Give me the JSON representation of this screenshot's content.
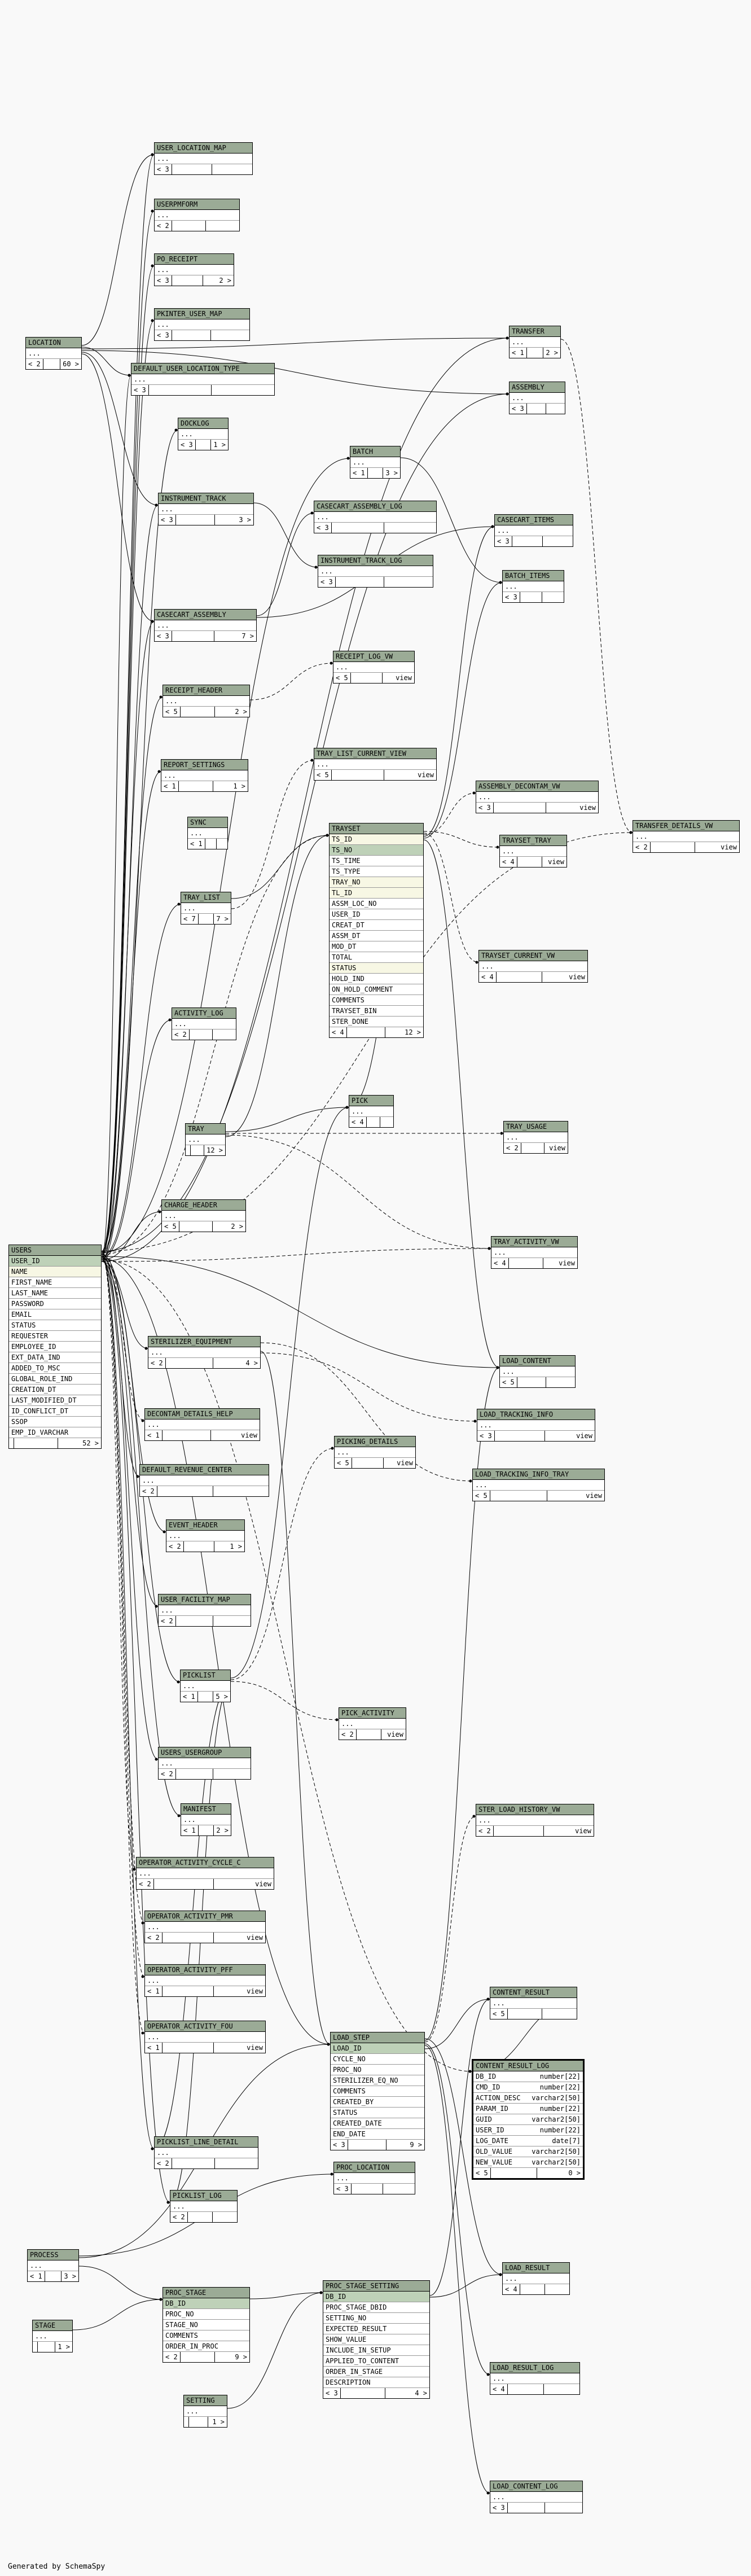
{
  "footer": "Generated by SchemaSpy",
  "tables": [
    {
      "id": "user_location_map",
      "name": "USER_LOCATION_MAP",
      "cols": [
        {
          "n": "..."
        }
      ],
      "foot": [
        "< 3",
        "",
        ""
      ]
    },
    {
      "id": "userpmform",
      "name": "USERPMFORM",
      "cols": [
        {
          "n": "..."
        }
      ],
      "foot": [
        "< 2",
        "",
        ""
      ]
    },
    {
      "id": "po_receipt",
      "name": "PO_RECEIPT",
      "cols": [
        {
          "n": "..."
        }
      ],
      "foot": [
        "< 3",
        "",
        "2 >"
      ]
    },
    {
      "id": "pkinter_user_map",
      "name": "PKINTER_USER_MAP",
      "cols": [
        {
          "n": "..."
        }
      ],
      "foot": [
        "< 3",
        "",
        ""
      ]
    },
    {
      "id": "location",
      "name": "LOCATION",
      "cols": [
        {
          "n": "..."
        }
      ],
      "foot": [
        "< 2",
        "",
        "60 >"
      ]
    },
    {
      "id": "default_user_location_type",
      "name": "DEFAULT_USER_LOCATION_TYPE",
      "cols": [
        {
          "n": "..."
        }
      ],
      "foot": [
        "< 3",
        "",
        ""
      ]
    },
    {
      "id": "transfer",
      "name": "TRANSFER",
      "cols": [
        {
          "n": "..."
        }
      ],
      "foot": [
        "< 1",
        "",
        "2 >"
      ]
    },
    {
      "id": "assembly",
      "name": "ASSEMBLY",
      "cols": [
        {
          "n": "..."
        }
      ],
      "foot": [
        "< 3",
        "",
        ""
      ]
    },
    {
      "id": "dockloo",
      "name": "DOCKLOG",
      "cols": [
        {
          "n": "..."
        }
      ],
      "foot": [
        "< 3",
        "",
        "1 >"
      ]
    },
    {
      "id": "batch",
      "name": "BATCH",
      "cols": [
        {
          "n": "..."
        }
      ],
      "foot": [
        "< 1",
        "",
        "3 >"
      ]
    },
    {
      "id": "instrument_track",
      "name": "INSTRUMENT_TRACK",
      "cols": [
        {
          "n": "..."
        }
      ],
      "foot": [
        "< 3",
        "",
        "3 >"
      ]
    },
    {
      "id": "casecart_assembly_log",
      "name": "CASECART_ASSEMBLY_LOG",
      "cols": [
        {
          "n": "..."
        }
      ],
      "foot": [
        "< 3",
        "",
        ""
      ]
    },
    {
      "id": "casecart_items",
      "name": "CASECART_ITEMS",
      "cols": [
        {
          "n": "..."
        }
      ],
      "foot": [
        "< 3",
        "",
        ""
      ]
    },
    {
      "id": "instrument_track_log",
      "name": "INSTRUMENT_TRACK_LOG",
      "cols": [
        {
          "n": "..."
        }
      ],
      "foot": [
        "< 3",
        "",
        ""
      ]
    },
    {
      "id": "batch_items",
      "name": "BATCH_ITEMS",
      "cols": [
        {
          "n": "..."
        }
      ],
      "foot": [
        "< 3",
        "",
        ""
      ]
    },
    {
      "id": "casecart_assembly",
      "name": "CASECART_ASSEMBLY",
      "cols": [
        {
          "n": "..."
        }
      ],
      "foot": [
        "< 3",
        "",
        "7 >"
      ]
    },
    {
      "id": "receipt_log_vw",
      "name": "RECEIPT_LOG_VW",
      "cols": [
        {
          "n": "..."
        }
      ],
      "foot": [
        "< 5",
        "",
        "view"
      ]
    },
    {
      "id": "receipt_header",
      "name": "RECEIPT_HEADER",
      "cols": [
        {
          "n": "..."
        }
      ],
      "foot": [
        "< 5",
        "",
        "2 >"
      ]
    },
    {
      "id": "tray_list_current_view",
      "name": "TRAY_LIST_CURRENT_VIEW",
      "cols": [
        {
          "n": "..."
        }
      ],
      "foot": [
        "< 5",
        "",
        "view"
      ]
    },
    {
      "id": "report_settings",
      "name": "REPORT_SETTINGS",
      "cols": [
        {
          "n": "..."
        }
      ],
      "foot": [
        "< 1",
        "",
        "1 >"
      ]
    },
    {
      "id": "assembly_decontam_vw",
      "name": "ASSEMBLY_DECONTAM_VW",
      "cols": [
        {
          "n": "..."
        }
      ],
      "foot": [
        "< 3",
        "",
        "view"
      ]
    },
    {
      "id": "transfer_details_vw",
      "name": "TRANSFER_DETAILS_VW",
      "cols": [
        {
          "n": "..."
        }
      ],
      "foot": [
        "< 2",
        "",
        "view"
      ]
    },
    {
      "id": "sync",
      "name": "SYNC",
      "cols": [
        {
          "n": "..."
        }
      ],
      "foot": [
        "< 1",
        "",
        ""
      ]
    },
    {
      "id": "trayset_tray",
      "name": "TRAYSET_TRAY",
      "cols": [
        {
          "n": "..."
        }
      ],
      "foot": [
        "< 4",
        "",
        "view"
      ]
    },
    {
      "id": "tray_list",
      "name": "TRAY_LIST",
      "cols": [
        {
          "n": "..."
        }
      ],
      "foot": [
        "< 7",
        "",
        "7 >"
      ]
    },
    {
      "id": "trayset",
      "name": "TRAYSET",
      "cols": [
        {
          "n": "TS_ID",
          "k": "idx"
        },
        {
          "n": "TS_NO",
          "k": "pk"
        },
        {
          "n": "TS_TIME"
        },
        {
          "n": "TS_TYPE"
        },
        {
          "n": "TRAY_NO",
          "k": "idx"
        },
        {
          "n": "TL_ID",
          "k": "idx"
        },
        {
          "n": "ASSM_LOC_NO"
        },
        {
          "n": "USER_ID"
        },
        {
          "n": "CREAT_DT"
        },
        {
          "n": "ASSM_DT"
        },
        {
          "n": "MOD_DT"
        },
        {
          "n": "TOTAL"
        },
        {
          "n": "STATUS",
          "k": "idx"
        },
        {
          "n": "HOLD_IND"
        },
        {
          "n": "ON_HOLD_COMMENT"
        },
        {
          "n": "COMMENTS"
        },
        {
          "n": "TRAYSET_BIN"
        },
        {
          "n": "STER_DONE"
        }
      ],
      "foot": [
        "< 4",
        "",
        "12 >"
      ]
    },
    {
      "id": "trayset_current_vw",
      "name": "TRAYSET_CURRENT_VW",
      "cols": [
        {
          "n": "..."
        }
      ],
      "foot": [
        "< 4",
        "",
        "view"
      ]
    },
    {
      "id": "activity_log",
      "name": "ACTIVITY_LOG",
      "cols": [
        {
          "n": "..."
        }
      ],
      "foot": [
        "< 2",
        "",
        ""
      ]
    },
    {
      "id": "pick",
      "name": "PICK",
      "cols": [
        {
          "n": "..."
        }
      ],
      "foot": [
        "< 4",
        "",
        ""
      ]
    },
    {
      "id": "tray",
      "name": "TRAY",
      "cols": [
        {
          "n": "..."
        }
      ],
      "foot": [
        "",
        "",
        "12 >"
      ]
    },
    {
      "id": "tray_usage",
      "name": "TRAY_USAGE",
      "cols": [
        {
          "n": "..."
        }
      ],
      "foot": [
        "< 2",
        "",
        "view"
      ]
    },
    {
      "id": "charge_header",
      "name": "CHARGE_HEADER",
      "cols": [
        {
          "n": "..."
        }
      ],
      "foot": [
        "< 5",
        "",
        "2 >"
      ]
    },
    {
      "id": "tray_activity_vw",
      "name": "TRAY_ACTIVITY_VW",
      "cols": [
        {
          "n": "..."
        }
      ],
      "foot": [
        "< 4",
        "",
        "view"
      ]
    },
    {
      "id": "users",
      "name": "USERS",
      "cols": [
        {
          "n": "USER_ID",
          "k": "pk"
        },
        {
          "n": "NAME",
          "k": "idx"
        },
        {
          "n": "FIRST_NAME"
        },
        {
          "n": "LAST_NAME"
        },
        {
          "n": "PASSWORD"
        },
        {
          "n": "EMAIL"
        },
        {
          "n": "STATUS"
        },
        {
          "n": "REQUESTER"
        },
        {
          "n": "EMPLOYEE_ID"
        },
        {
          "n": "EXT_DATA_IND"
        },
        {
          "n": "ADDED_TO_MSC"
        },
        {
          "n": "GLOBAL_ROLE_IND"
        },
        {
          "n": "CREATION_DT"
        },
        {
          "n": "LAST_MODIFIED_DT"
        },
        {
          "n": "ID_CONFLICT_DT"
        },
        {
          "n": "SSOP"
        },
        {
          "n": "EMP_ID_VARCHAR"
        }
      ],
      "foot": [
        "",
        "",
        "52 >"
      ]
    },
    {
      "id": "sterilizer_equipment",
      "name": "STERILIZER_EQUIPMENT",
      "cols": [
        {
          "n": "..."
        }
      ],
      "foot": [
        "< 2",
        "",
        "4 >"
      ]
    },
    {
      "id": "load_content",
      "name": "LOAD_CONTENT",
      "cols": [
        {
          "n": "..."
        }
      ],
      "foot": [
        "< 5",
        "",
        ""
      ]
    },
    {
      "id": "decontam_details_help",
      "name": "DECONTAM_DETAILS_HELP",
      "cols": [
        {
          "n": "..."
        }
      ],
      "foot": [
        "< 1",
        "",
        "view"
      ]
    },
    {
      "id": "load_tracking_info",
      "name": "LOAD_TRACKING_INFO",
      "cols": [
        {
          "n": "..."
        }
      ],
      "foot": [
        "< 3",
        "",
        "view"
      ]
    },
    {
      "id": "picking_details",
      "name": "PICKING_DETAILS",
      "cols": [
        {
          "n": "..."
        }
      ],
      "foot": [
        "< 5",
        "",
        "view"
      ]
    },
    {
      "id": "default_revenue_center",
      "name": "DEFAULT_REVENUE_CENTER",
      "cols": [
        {
          "n": "..."
        }
      ],
      "foot": [
        "< 2",
        "",
        ""
      ]
    },
    {
      "id": "load_tracking_info_tray",
      "name": "LOAD_TRACKING_INFO_TRAY",
      "cols": [
        {
          "n": "..."
        }
      ],
      "foot": [
        "< 5",
        "",
        "view"
      ]
    },
    {
      "id": "event_header",
      "name": "EVENT_HEADER",
      "cols": [
        {
          "n": "..."
        }
      ],
      "foot": [
        "< 2",
        "",
        "1 >"
      ]
    },
    {
      "id": "user_facility_map",
      "name": "USER_FACILITY_MAP",
      "cols": [
        {
          "n": "..."
        }
      ],
      "foot": [
        "< 2",
        "",
        ""
      ]
    },
    {
      "id": "picklist",
      "name": "PICKLIST",
      "cols": [
        {
          "n": "..."
        }
      ],
      "foot": [
        "< 1",
        "",
        "5 >"
      ]
    },
    {
      "id": "pick_activity",
      "name": "PICK_ACTIVITY",
      "cols": [
        {
          "n": "..."
        }
      ],
      "foot": [
        "< 2",
        "",
        "view"
      ]
    },
    {
      "id": "users_usergroup",
      "name": "USERS_USERGROUP",
      "cols": [
        {
          "n": "..."
        }
      ],
      "foot": [
        "< 2",
        "",
        ""
      ]
    },
    {
      "id": "manifest",
      "name": "MANIFEST",
      "cols": [
        {
          "n": "..."
        }
      ],
      "foot": [
        "< 1",
        "",
        "2 >"
      ]
    },
    {
      "id": "ster_load_history_vw",
      "name": "STER_LOAD_HISTORY_VW",
      "cols": [
        {
          "n": "..."
        }
      ],
      "foot": [
        "< 2",
        "",
        "view"
      ]
    },
    {
      "id": "operator_activity_cycle_c",
      "name": "OPERATOR_ACTIVITY_CYCLE_C",
      "cols": [
        {
          "n": "..."
        }
      ],
      "foot": [
        "< 2",
        "",
        "view"
      ]
    },
    {
      "id": "operator_activity_pmr",
      "name": "OPERATOR_ACTIVITY_PMR",
      "cols": [
        {
          "n": "..."
        }
      ],
      "foot": [
        "< 2",
        "",
        "view"
      ]
    },
    {
      "id": "operator_activity_pff",
      "name": "OPERATOR_ACTIVITY_PFF",
      "cols": [
        {
          "n": "..."
        }
      ],
      "foot": [
        "< 1",
        "",
        "view"
      ]
    },
    {
      "id": "content_result",
      "name": "CONTENT_RESULT",
      "cols": [
        {
          "n": "..."
        }
      ],
      "foot": [
        "< 5",
        "",
        ""
      ]
    },
    {
      "id": "load_step",
      "name": "LOAD_STEP",
      "cols": [
        {
          "n": "LOAD_ID",
          "k": "pk"
        },
        {
          "n": "CYCLE_NO"
        },
        {
          "n": "PROC_NO"
        },
        {
          "n": "STERILIZER_EQ_NO"
        },
        {
          "n": "COMMENTS"
        },
        {
          "n": "CREATED_BY"
        },
        {
          "n": "STATUS"
        },
        {
          "n": "CREATED_DATE"
        },
        {
          "n": "END_DATE"
        }
      ],
      "foot": [
        "< 3",
        "",
        "9 >"
      ]
    },
    {
      "id": "operator_activity_fou",
      "name": "OPERATOR_ACTIVITY_FOU",
      "cols": [
        {
          "n": "..."
        }
      ],
      "foot": [
        "< 1",
        "",
        "view"
      ]
    },
    {
      "id": "content_result_log",
      "name": "CONTENT_RESULT_LOG",
      "sel": true,
      "cols": [
        {
          "n": "DB_ID",
          "t": "number[22]"
        },
        {
          "n": "CMD_ID",
          "t": "number[22]"
        },
        {
          "n": "ACTION_DESC",
          "t": "varchar2[50]"
        },
        {
          "n": "PARAM_ID",
          "t": "number[22]"
        },
        {
          "n": "GUID",
          "t": "varchar2[50]"
        },
        {
          "n": "USER_ID",
          "t": "number[22]"
        },
        {
          "n": "LOG_DATE",
          "t": "date[7]"
        },
        {
          "n": "OLD_VALUE",
          "t": "varchar2[50]"
        },
        {
          "n": "NEW_VALUE",
          "t": "varchar2[50]"
        }
      ],
      "foot": [
        "< 5",
        "",
        "0 >"
      ]
    },
    {
      "id": "picklist_line_detail",
      "name": "PICKLIST_LINE_DETAIL",
      "cols": [
        {
          "n": "..."
        }
      ],
      "foot": [
        "< 2",
        "",
        ""
      ]
    },
    {
      "id": "proc_location",
      "name": "PROC_LOCATION",
      "cols": [
        {
          "n": "..."
        }
      ],
      "foot": [
        "< 3",
        "",
        ""
      ]
    },
    {
      "id": "picklist_log",
      "name": "PICKLIST_LOG",
      "cols": [
        {
          "n": "..."
        }
      ],
      "foot": [
        "< 2",
        "",
        ""
      ]
    },
    {
      "id": "process",
      "name": "PROCESS",
      "cols": [
        {
          "n": "..."
        }
      ],
      "foot": [
        "< 1",
        "",
        "3 >"
      ]
    },
    {
      "id": "load_result",
      "name": "LOAD_RESULT",
      "cols": [
        {
          "n": "..."
        }
      ],
      "foot": [
        "< 4",
        "",
        ""
      ]
    },
    {
      "id": "proc_stage",
      "name": "PROC_STAGE",
      "cols": [
        {
          "n": "DB_ID",
          "k": "pk"
        },
        {
          "n": "PROC_NO"
        },
        {
          "n": "STAGE_NO"
        },
        {
          "n": "COMMENTS"
        },
        {
          "n": "ORDER_IN_PROC"
        }
      ],
      "foot": [
        "< 2",
        "",
        "9 >"
      ]
    },
    {
      "id": "proc_stage_setting",
      "name": "PROC_STAGE_SETTING",
      "cols": [
        {
          "n": "DB_ID",
          "k": "pk"
        },
        {
          "n": "PROC_STAGE_DBID"
        },
        {
          "n": "SETTING_NO"
        },
        {
          "n": "EXPECTED_RESULT"
        },
        {
          "n": "SHOW_VALUE"
        },
        {
          "n": "INCLUDE_IN_SETUP"
        },
        {
          "n": "APPLIED_TO_CONTENT"
        },
        {
          "n": "ORDER_IN_STAGE"
        },
        {
          "n": "DESCRIPTION"
        }
      ],
      "foot": [
        "< 3",
        "",
        "4 >"
      ]
    },
    {
      "id": "stage",
      "name": "STAGE",
      "cols": [
        {
          "n": "..."
        }
      ],
      "foot": [
        "",
        "",
        "1 >"
      ]
    },
    {
      "id": "load_result_log",
      "name": "LOAD_RESULT_LOG",
      "cols": [
        {
          "n": "..."
        }
      ],
      "foot": [
        "< 4",
        "",
        ""
      ]
    },
    {
      "id": "setting",
      "name": "SETTING",
      "cols": [
        {
          "n": "..."
        }
      ],
      "foot": [
        "",
        "",
        "1 >"
      ]
    },
    {
      "id": "load_content_log",
      "name": "LOAD_CONTENT_LOG",
      "cols": [
        {
          "n": "..."
        }
      ],
      "foot": [
        "< 3",
        "",
        ""
      ]
    }
  ]
}
